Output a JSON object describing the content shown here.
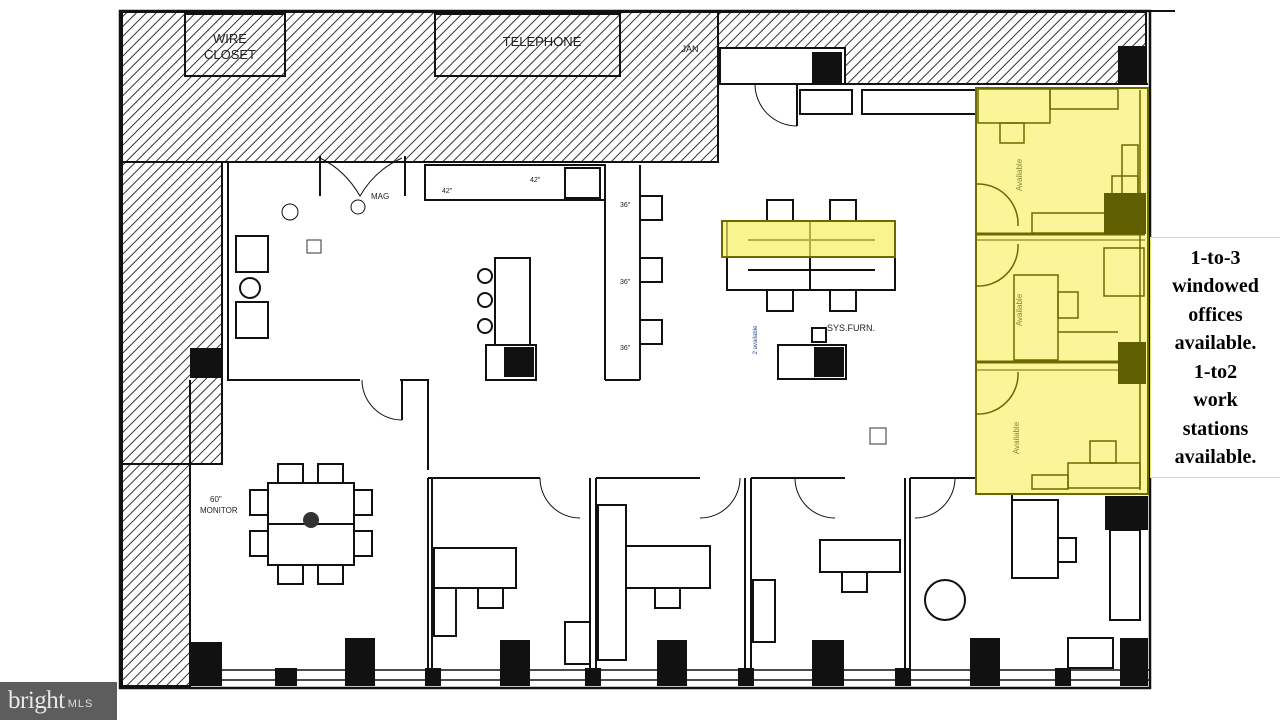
{
  "floor_plan": {
    "room_labels": {
      "wire_closet_line1": "WIRE",
      "wire_closet_line2": "CLOSET",
      "telephone": "TELEPHONE",
      "jan": "JAN",
      "mag": "MAG",
      "sys_furn": "SYS.FURN.",
      "monitor_size": "60\"",
      "monitor": "MONITOR",
      "available": "Available",
      "two_available": "2 available",
      "dim_42a": "42\"",
      "dim_42b": "42\"",
      "dim_36a": "36\"",
      "dim_36b": "36\"",
      "dim_36c": "36\""
    },
    "highlight_color": "#fbf59a",
    "highlight_border": "#6b6b00"
  },
  "callout": {
    "lines": [
      "1-to-3",
      "windowed",
      "offices",
      "available.",
      "1-to2",
      "work",
      "stations",
      "available."
    ]
  },
  "watermark": {
    "brand": "bright",
    "suffix": "MLS"
  }
}
